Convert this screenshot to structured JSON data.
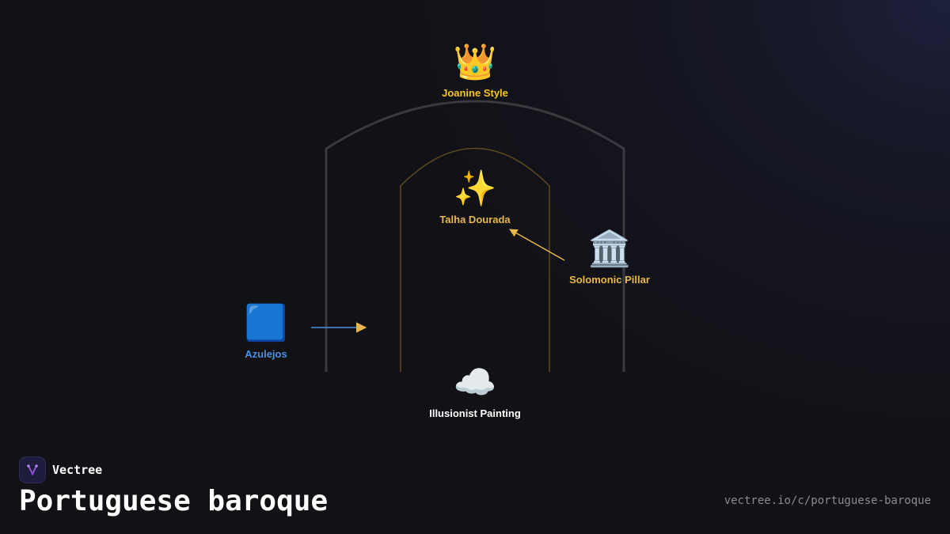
{
  "colors": {
    "background": "#111116",
    "outer_arch": "#3a3a3e",
    "inner_arch": "#5a4a22",
    "gold": "#e8b84a",
    "yellow": "#f5c518",
    "blue": "#4a90e2",
    "white": "#ffffff",
    "muted": "#8a8a92"
  },
  "nodes": {
    "joanine": {
      "emoji": "👑",
      "icon": "crown-icon",
      "label": "Joanine Style",
      "color": "#f5c518"
    },
    "talha": {
      "emoji": "✨",
      "icon": "sparkles-icon",
      "label": "Talha Dourada",
      "color": "#e8b84a"
    },
    "solomonic": {
      "emoji": "🏛️",
      "icon": "classical-building-icon",
      "label": "Solomonic Pillar",
      "color": "#e8b84a"
    },
    "azulejos": {
      "emoji": "🟦",
      "icon": "blue-square-icon",
      "label": "Azulejos",
      "color": "#4a90e2"
    },
    "illusionist": {
      "emoji": "☁️",
      "icon": "cloud-icon",
      "label": "Illusionist Painting",
      "color": "#ffffff"
    }
  },
  "connectors": [
    {
      "from": "solomonic",
      "to": "talha",
      "color": "#e8b84a"
    },
    {
      "from": "azulejos",
      "to": "center",
      "color": "#4a90e2"
    }
  ],
  "footer": {
    "brand_name": "Vectree",
    "logo_icon": "vectree-logo-icon",
    "title": "Portuguese baroque",
    "url": "vectree.io/c/portuguese-baroque"
  }
}
